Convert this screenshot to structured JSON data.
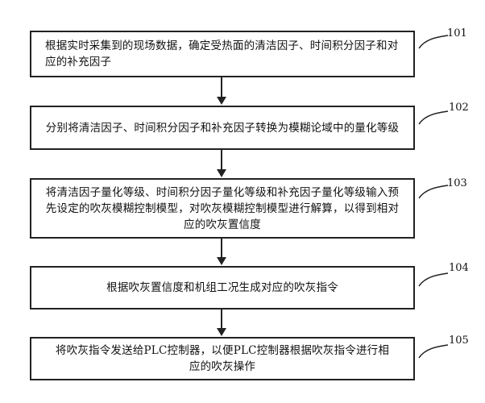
{
  "steps": [
    {
      "ref": "101",
      "text": "根据实时采集到的现场数据，确定受热面的清洁因子、时间积分因子和对应的补充因子"
    },
    {
      "ref": "102",
      "text": "分别将清洁因子、时间积分因子和补充因子转换为模糊论域中的量化等级"
    },
    {
      "ref": "103",
      "text": "将清洁因子量化等级、时间积分因子量化等级和补充因子量化等级输入预先设定的吹灰模糊控制模型，对吹灰模糊控制模型进行解算，以得到相对应的吹灰置信度"
    },
    {
      "ref": "104",
      "text": "根据吹灰置信度和机组工况生成对应的吹灰指令"
    },
    {
      "ref": "105",
      "text": "将吹灰指令发送给PLC控制器，以便PLC控制器根据吹灰指令进行相应的吹灰操作"
    }
  ]
}
